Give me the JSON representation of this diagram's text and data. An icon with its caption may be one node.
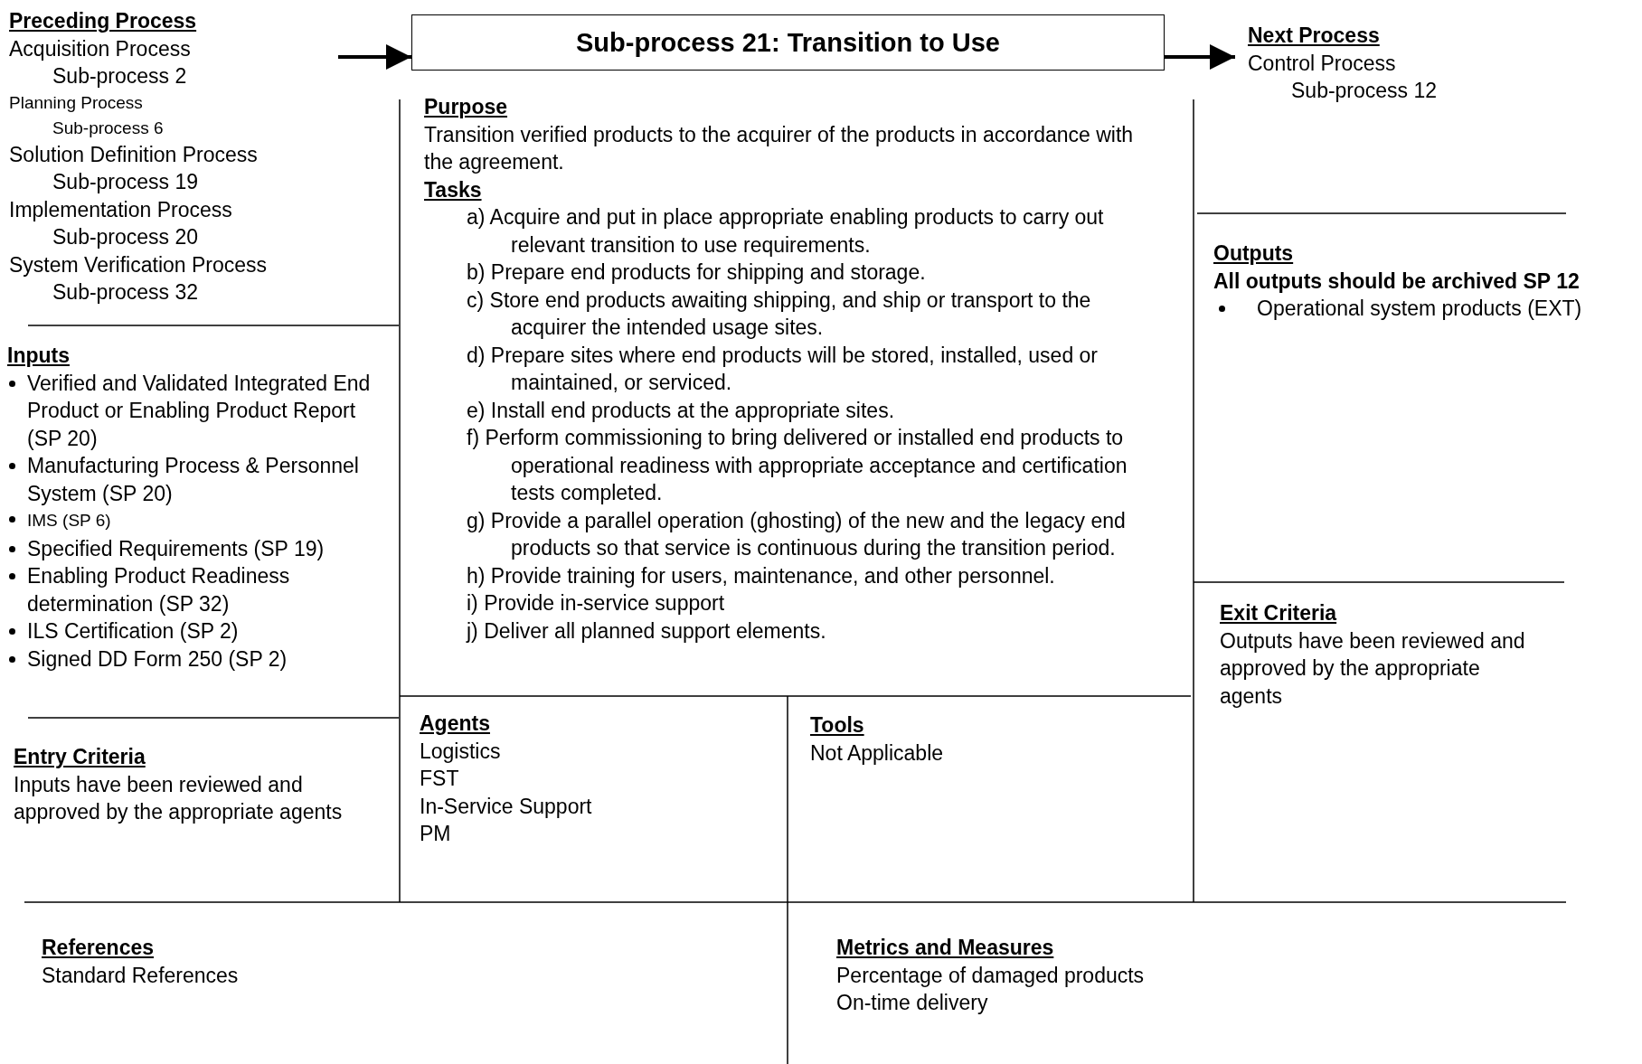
{
  "diagram": {
    "nodes": [
      {
        "text": [
          "Preceding Process",
          "Acquisition Process",
          "Sub-process 2",
          "Planning Process",
          "Sub-process 6",
          "Solution Definition Process",
          "Sub-process 19",
          "Implementation Process",
          "Sub-process 20",
          "System Verification Process",
          "Sub-process 32"
        ]
      },
      {
        "text": [
          "Sub-process 21: Transition to Use"
        ]
      },
      {
        "text": [
          "Next Process",
          "Control Process",
          "Sub-process 12"
        ]
      },
      {
        "text": [
          "Purpose",
          "Transition verified products to the acquirer of the products in accordance with the agreement.",
          "Tasks",
          "a) Acquire and put in place appropriate enabling products to carry out relevant transition to use requirements.",
          "b) Prepare end products for shipping and storage.",
          "c) Store end products awaiting shipping, and ship or transport to the acquirer the intended usage sites.",
          "d) Prepare sites where end products will be stored, installed, used or maintained, or serviced.",
          "e) Install end products at the appropriate sites.",
          "f) Perform commissioning to bring delivered or installed end products to operational readiness with appropriate acceptance and certification tests completed.",
          "g) Provide a parallel operation (ghosting) of the new and the legacy end products so that service is continuous during the transition period.",
          "h) Provide training for users, maintenance, and other personnel.",
          "i) Provide in-service support",
          "j) Deliver all planned support elements."
        ]
      },
      {
        "text": [
          "Inputs",
          "Verified and Validated Integrated End Product or Enabling Product Report (SP 20)",
          "Manufacturing Process & Personnel System (SP 20)",
          "IMS (SP 6)",
          "Specified Requirements (SP 19)",
          "Enabling Product Readiness determination (SP 32)",
          "ILS Certification (SP 2)",
          "Signed DD Form 250 (SP 2)"
        ]
      },
      {
        "text": [
          "Entry Criteria",
          "Inputs have been reviewed and approved by the appropriate agents"
        ]
      },
      {
        "text": [
          "Agents",
          "Logistics",
          "FST",
          "In-Service Support",
          "PM"
        ]
      },
      {
        "text": [
          "Tools",
          "Not Applicable"
        ]
      },
      {
        "text": [
          "Outputs",
          "All outputs should be archived SP 12",
          "Operational system products (EXT)"
        ]
      },
      {
        "text": [
          "Exit Criteria",
          "Outputs have been reviewed and approved by the appropriate agents"
        ]
      },
      {
        "text": [
          "References",
          "Standard References"
        ]
      },
      {
        "text": [
          "Metrics and Measures",
          "Percentage of damaged products",
          "On-time delivery"
        ]
      }
    ],
    "edges": [
      {
        "from": 0,
        "to": 1,
        "arrow": "to"
      },
      {
        "from": 1,
        "to": 2,
        "arrow": "to"
      }
    ]
  }
}
